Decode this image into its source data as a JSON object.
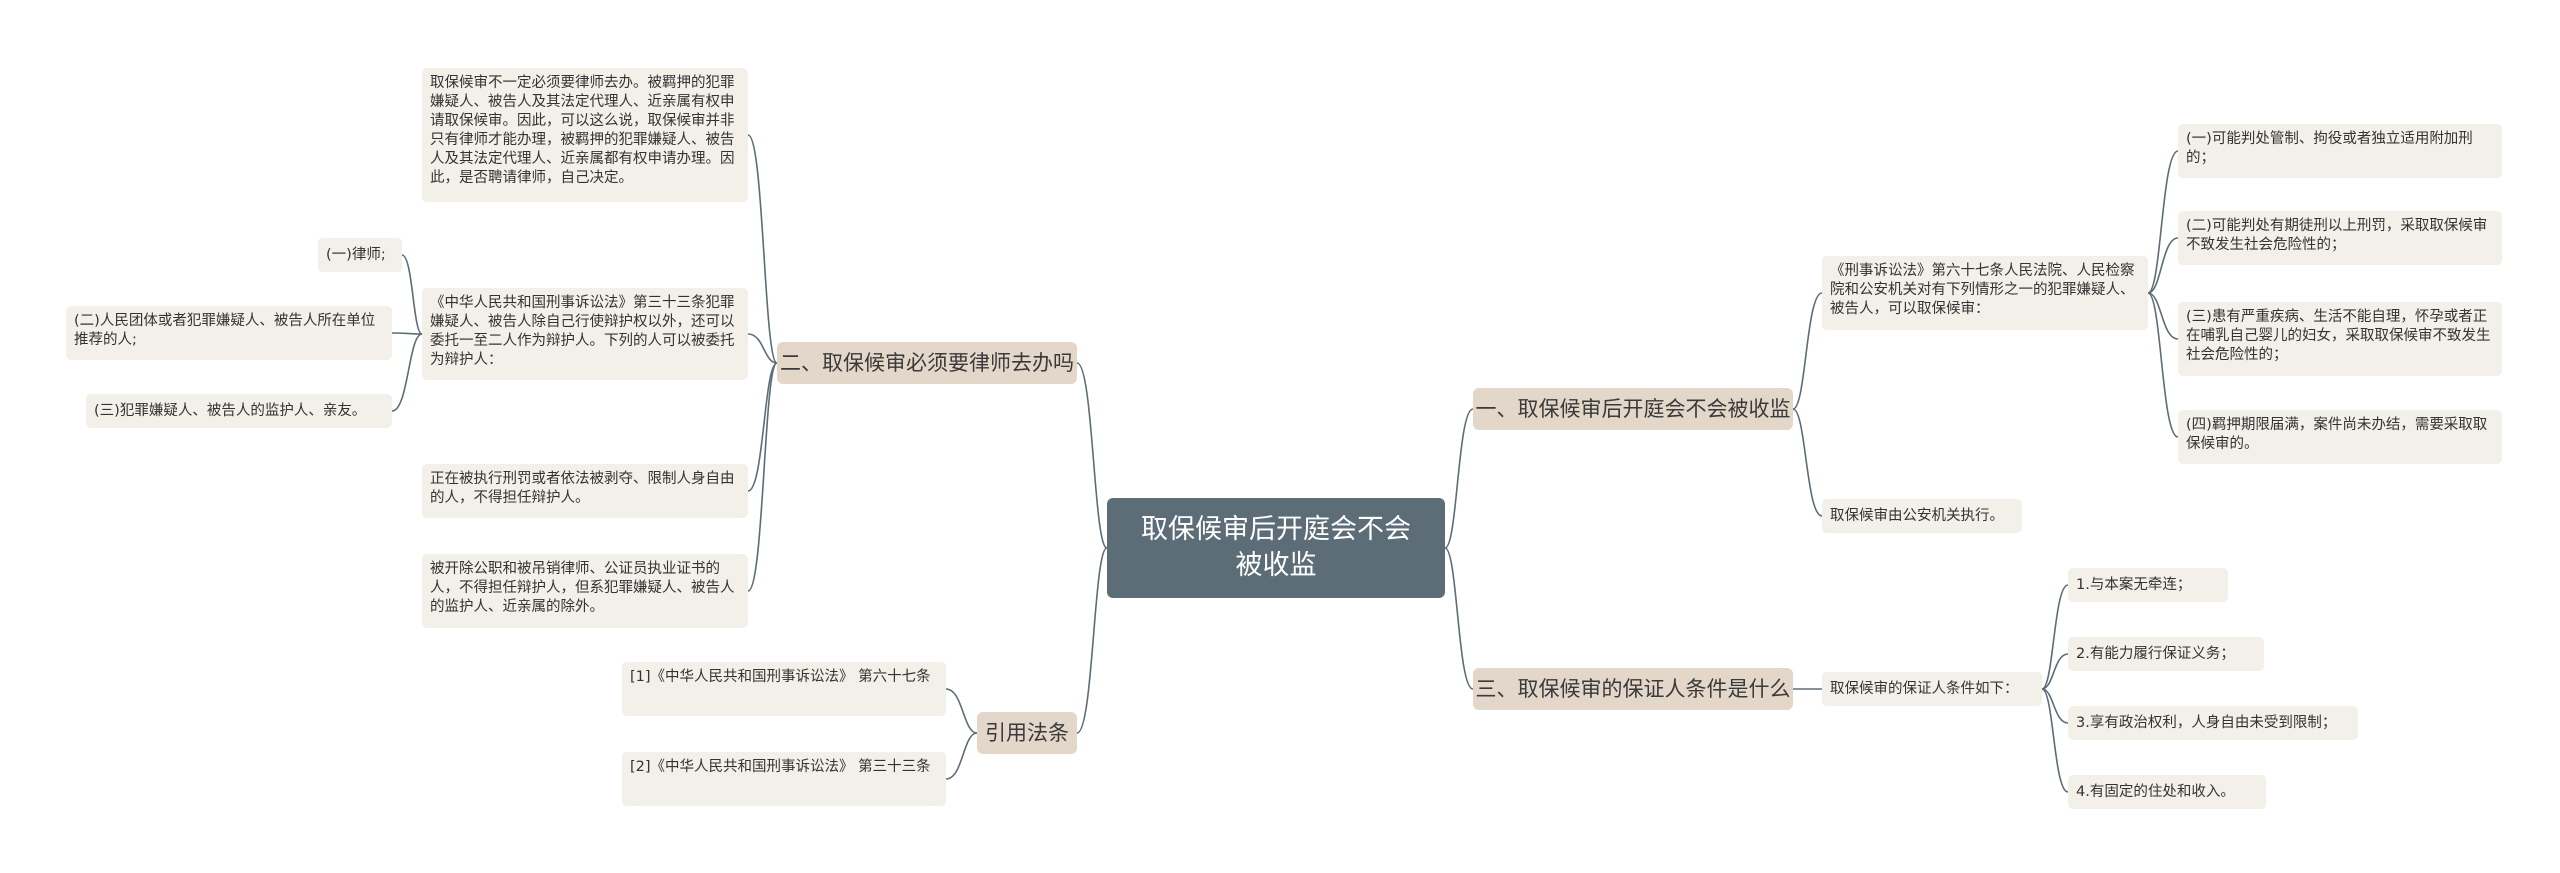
{
  "root": {
    "title": "取保候审后开庭会不会被收监"
  },
  "branch1": {
    "title": "一、取保候审后开庭会不会被收监",
    "intro": "《刑事诉讼法》第六十七条人民法院、人民检察院和公安机关对有下列情形之一的犯罪嫌疑人、被告人，可以取保候审：",
    "items": [
      "(一)可能判处管制、拘役或者独立适用附加刑的；",
      "(二)可能判处有期徒刑以上刑罚，采取取保候审不致发生社会危险性的；",
      "(三)患有严重疾病、生活不能自理，怀孕或者正在哺乳自己婴儿的妇女，采取取保候审不致发生社会危险性的；",
      "(四)羁押期限届满，案件尚未办结，需要采取取保候审的。"
    ],
    "exec": "取保候审由公安机关执行。"
  },
  "branch2": {
    "title": "二、取保候审必须要律师去办吗",
    "p1": "取保候审不一定必须要律师去办。被羁押的犯罪嫌疑人、被告人及其法定代理人、近亲属有权申请取保候审。因此，可以这么说，取保候审并非只有律师才能办理，被羁押的犯罪嫌疑人、被告人及其法定代理人、近亲属都有权申请办理。因此，是否聘请律师，自己决定。",
    "p2": "《中华人民共和国刑事诉讼法》第三十三条犯罪嫌疑人、被告人除自己行使辩护权以外，还可以委托一至二人作为辩护人。下列的人可以被委托为辩护人：",
    "sub": [
      "(一)律师;",
      "(二)人民团体或者犯罪嫌疑人、被告人所在单位推荐的人;",
      "(三)犯罪嫌疑人、被告人的监护人、亲友。"
    ],
    "p3": "正在被执行刑罚或者依法被剥夺、限制人身自由的人，不得担任辩护人。",
    "p4": "被开除公职和被吊销律师、公证员执业证书的人，不得担任辩护人，但系犯罪嫌疑人、被告人的监护人、近亲属的除外。"
  },
  "branch3": {
    "title": "三、取保候审的保证人条件是什么",
    "intro": "取保候审的保证人条件如下：",
    "items": [
      "1.与本案无牵连；",
      "2.有能力履行保证义务；",
      "3.享有政治权利，人身自由未受到限制；",
      "4.有固定的住处和收入。"
    ]
  },
  "branch4": {
    "title": "引用法条",
    "items": [
      "[1]《中华人民共和国刑事诉讼法》 第六十七条",
      "[2]《中华人民共和国刑事诉讼法》 第三十三条"
    ]
  },
  "colors": {
    "line": "#5c6d77",
    "root_bg": "#5c6d77",
    "branch_bg": "#e3d7c9",
    "leaf_bg": "#f3efe9"
  }
}
